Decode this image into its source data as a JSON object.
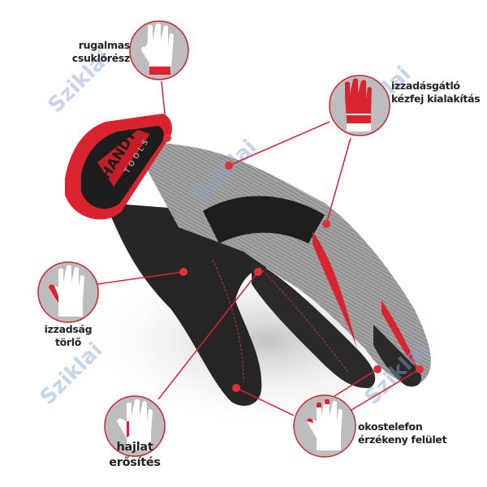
{
  "features": [
    {
      "label_line1": "rugalmas",
      "label_line2": "csuklórész",
      "icon": "glove-wrist-icon"
    },
    {
      "label_line1": "izzadásgátló",
      "label_line2": "kézfej kialakítás",
      "icon": "glove-dotted-palm-icon"
    },
    {
      "label_line1": "izzadság",
      "label_line2": "törlő",
      "icon": "glove-thumb-wipe-icon"
    },
    {
      "label_line1": "hajlat",
      "label_line2": "erősítés",
      "icon": "glove-thumb-crotch-icon"
    },
    {
      "label_line1": "okostelefon",
      "label_line2": "érzékeny felület",
      "icon": "glove-touchscreen-tips-icon"
    }
  ],
  "product": {
    "brand_line1": "HANDY",
    "brand_line2": "TOOLS"
  },
  "watermark": "Sziklai",
  "colors": {
    "accent": "#d9232e",
    "circle_fill": "#b9b9b9",
    "glove_black": "#232323",
    "glove_grey": "#9a9a9a"
  }
}
